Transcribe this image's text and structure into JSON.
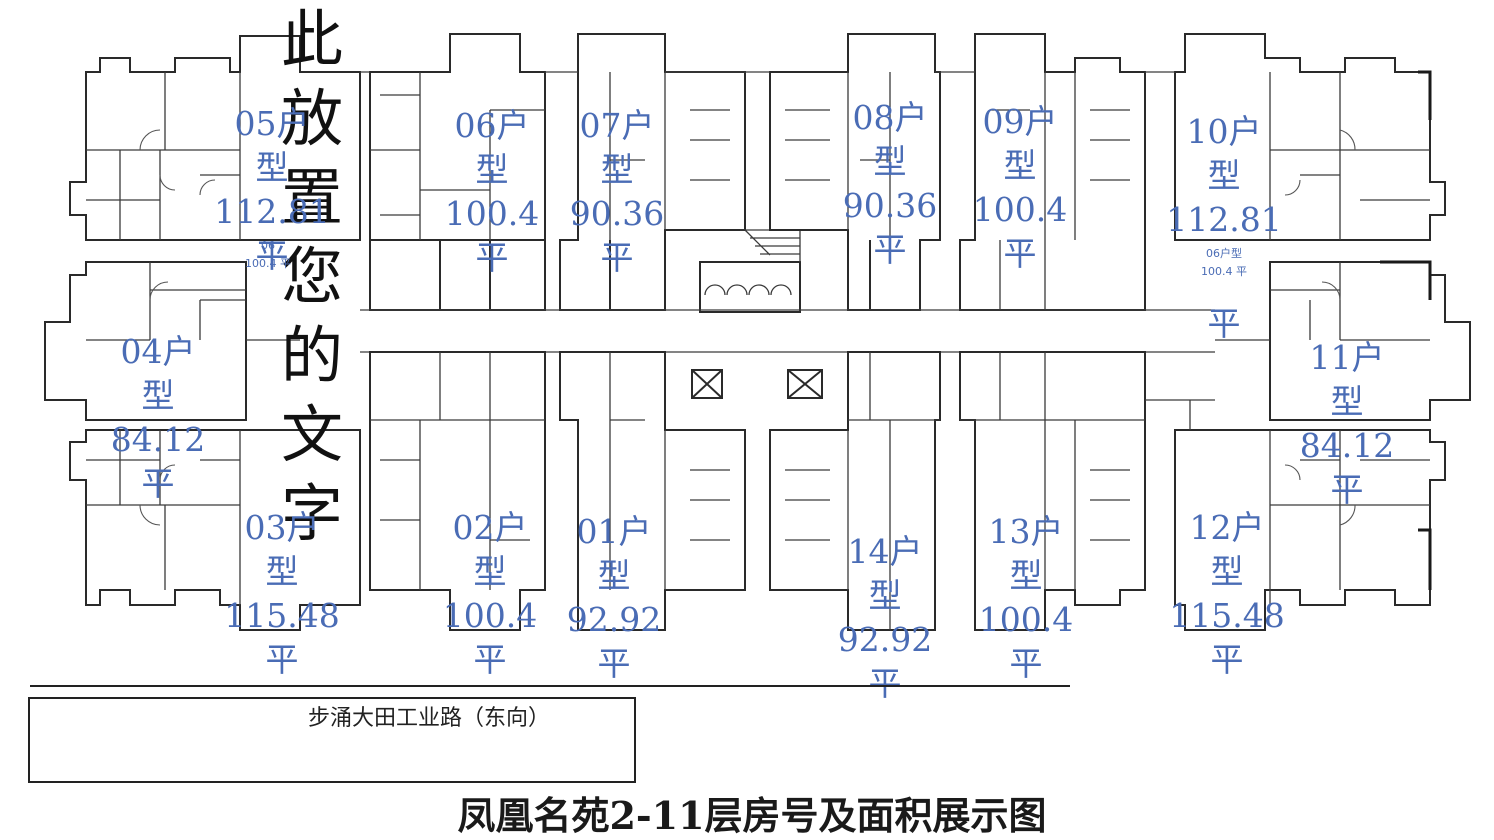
{
  "placeholder_text": [
    "此",
    "放",
    "置",
    "您",
    "的",
    "文",
    "字"
  ],
  "units": [
    {
      "id": "05",
      "lines": [
        "05户",
        "型",
        "112.81",
        "平"
      ]
    },
    {
      "id": "06",
      "lines": [
        "06户",
        "型",
        "100.4",
        "平"
      ]
    },
    {
      "id": "07",
      "lines": [
        "07户",
        "型",
        "90.36",
        "平"
      ]
    },
    {
      "id": "08",
      "lines": [
        "08户",
        "型",
        "90.36",
        "平"
      ]
    },
    {
      "id": "09",
      "lines": [
        "09户",
        "型",
        "100.4",
        "平"
      ]
    },
    {
      "id": "10",
      "lines": [
        "10户",
        "型",
        "112.81",
        "平"
      ]
    },
    {
      "id": "04",
      "lines": [
        "04户",
        "型",
        "84.12",
        "平"
      ]
    },
    {
      "id": "11",
      "lines": [
        "11户",
        "型",
        "84.12",
        "平"
      ]
    },
    {
      "id": "03",
      "lines": [
        "03户",
        "型",
        "115.48",
        "平"
      ]
    },
    {
      "id": "02",
      "lines": [
        "02户",
        "型",
        "100.4",
        "平"
      ]
    },
    {
      "id": "01",
      "lines": [
        "01户",
        "型",
        "92.92",
        "平"
      ]
    },
    {
      "id": "14",
      "lines": [
        "14户",
        "型",
        "92.92",
        "平"
      ]
    },
    {
      "id": "13",
      "lines": [
        "13户",
        "型",
        "100.4",
        "平"
      ]
    },
    {
      "id": "12",
      "lines": [
        "12户",
        "型",
        "115.48",
        "平"
      ]
    }
  ],
  "mini_labels": [
    {
      "id": "left",
      "lines": [
        "06",
        "100.4 平"
      ]
    },
    {
      "id": "right",
      "lines": [
        "06户型",
        "100.4 平"
      ]
    }
  ],
  "road_label": "步涌大田工业路（东向）",
  "title": "凤凰名苑2-11层房号及面积展示图",
  "colors": {
    "unit_label": "#4a6cb5",
    "walls": "#2a2a2a"
  }
}
